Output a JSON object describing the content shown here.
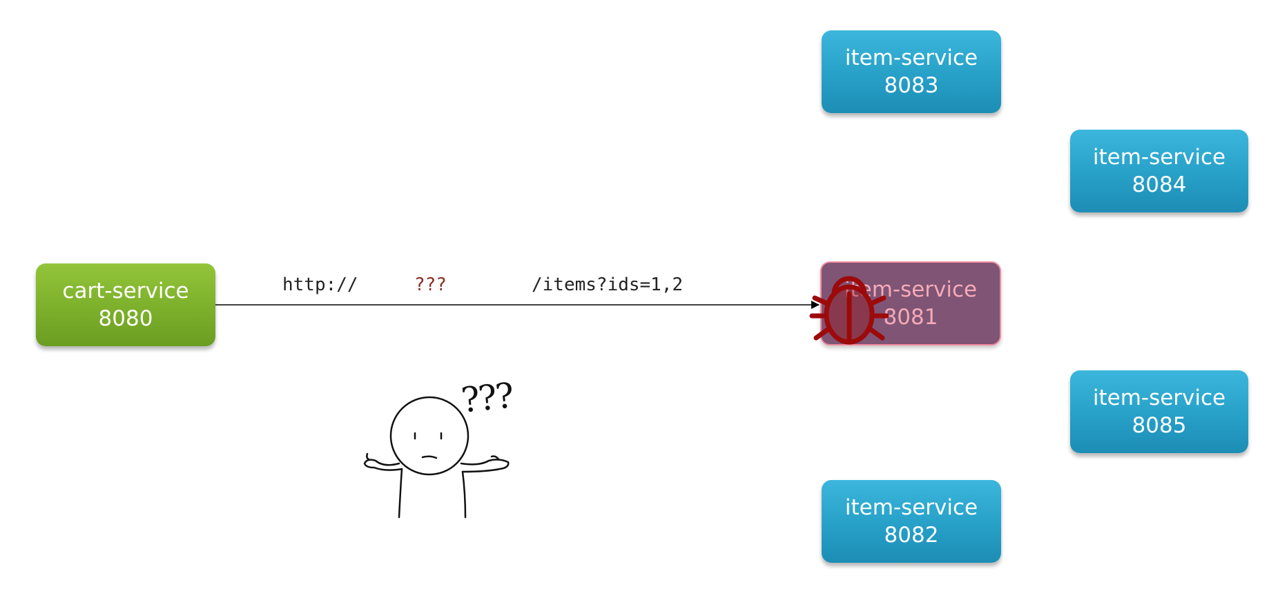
{
  "caller": {
    "name": "cart-service",
    "port": "8080"
  },
  "request": {
    "scheme": "http://",
    "host_unknown": "???",
    "path": "/items?ids=1,2"
  },
  "services": [
    {
      "name": "item-service",
      "port": "8083",
      "status": "healthy"
    },
    {
      "name": "item-service",
      "port": "8084",
      "status": "healthy"
    },
    {
      "name": "item-service",
      "port": "8081",
      "status": "faulty"
    },
    {
      "name": "item-service",
      "port": "8085",
      "status": "healthy"
    },
    {
      "name": "item-service",
      "port": "8082",
      "status": "healthy"
    }
  ],
  "confused_person": {
    "thought": "???"
  },
  "icons": {
    "bug": "bug-icon",
    "person": "confused-person-icon"
  },
  "colors": {
    "caller_green": "#7cb02b",
    "service_blue": "#27a0c8",
    "faulty_fill": "#7f5474",
    "bug_red": "#9c0a0a",
    "unknown_host": "#8a2b22"
  }
}
